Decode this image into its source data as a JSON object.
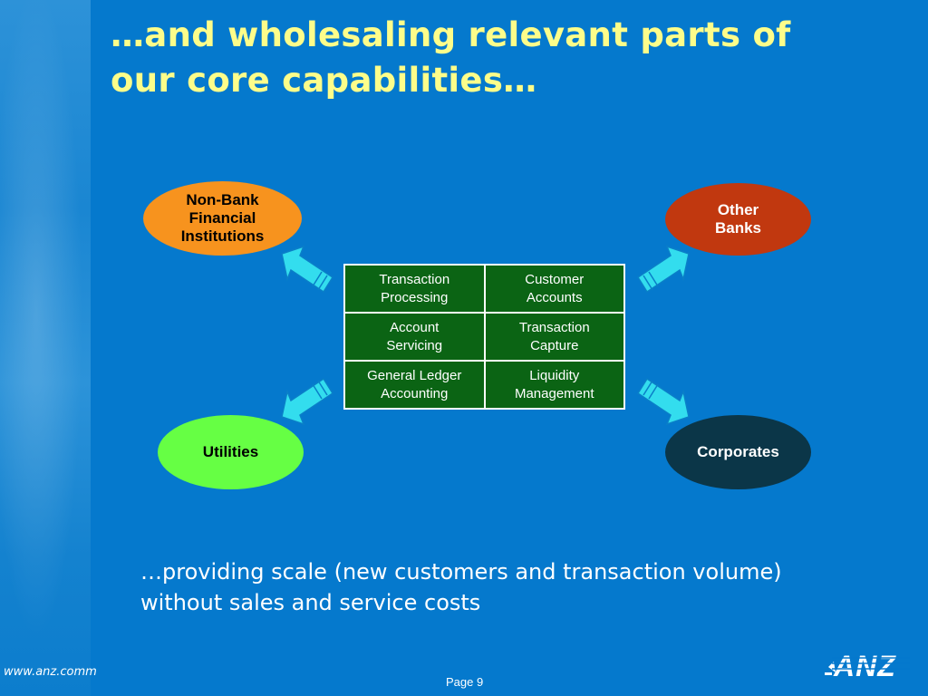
{
  "slide": {
    "title_line1": "…and wholesaling relevant parts of",
    "title_line2": "our core capabilities…",
    "footer_url": "www.anz.comm",
    "page_label": "Page 9",
    "logo_text": "ANZ"
  },
  "segments": {
    "nbfi": "Non-Bank\nFinancial\nInstitutions",
    "other_banks": "Other\nBanks",
    "utilities": "Utilities",
    "corporates": "Corporates"
  },
  "capabilities": [
    "Transaction\nProcessing",
    "Customer\nAccounts",
    "Account\nServicing",
    "Transaction\nCapture",
    "General Ledger\nAccounting",
    "Liquidity\nManagement"
  ],
  "summary": {
    "line1": "…providing scale (new customers and transaction volume)",
    "line2": "without sales and service costs"
  },
  "colors": {
    "background": "#0579cd",
    "title": "#fdfd8a",
    "nbfi": "#f7931e",
    "other_banks": "#c1380f",
    "utilities": "#66ff44",
    "corporates": "#0b3648",
    "grid_cell": "#0b6414",
    "arrow": "#33ddee"
  }
}
